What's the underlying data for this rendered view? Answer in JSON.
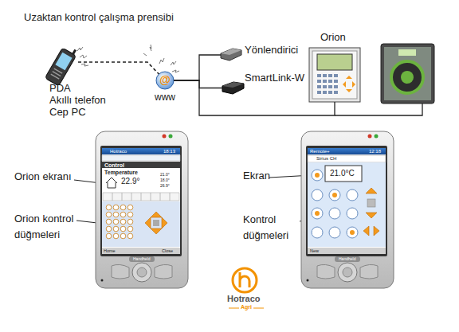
{
  "diagram": {
    "title": "Uzaktan kontrol çalışma prensibi",
    "nodes": [
      {
        "text": [
          "PDA",
          "Akıllı telefon",
          "Cep PC"
        ]
      },
      {
        "text": [
          "@",
          "www"
        ]
      },
      {
        "text": [
          "Yönlendirici"
        ]
      },
      {
        "text": [
          "SmartLink-W"
        ]
      },
      {
        "text": [
          "Orion"
        ]
      }
    ],
    "edges": [
      {
        "from": 0,
        "to": 1,
        "arrow": "none"
      },
      {
        "from": 1,
        "to": 2,
        "arrow": "none"
      },
      {
        "from": 1,
        "to": 3,
        "arrow": "none"
      },
      {
        "from": 1,
        "to": 4,
        "arrow": "none"
      }
    ],
    "labels": [
      "Orion ekranı",
      "Orion kontrol düğmeleri",
      "Ekran",
      "Kontrol düğmeleri",
      "Hotraco",
      "18:13",
      "Control",
      "Temperature",
      "22.9°",
      "21.0°",
      "18.0°",
      "26.9°",
      "Home",
      "Close",
      "Handheld",
      "Remote+",
      "12:18",
      "Sirius CH",
      "21.0°C",
      "New",
      "Handheld",
      "Hotraco",
      "Agri"
    ]
  }
}
